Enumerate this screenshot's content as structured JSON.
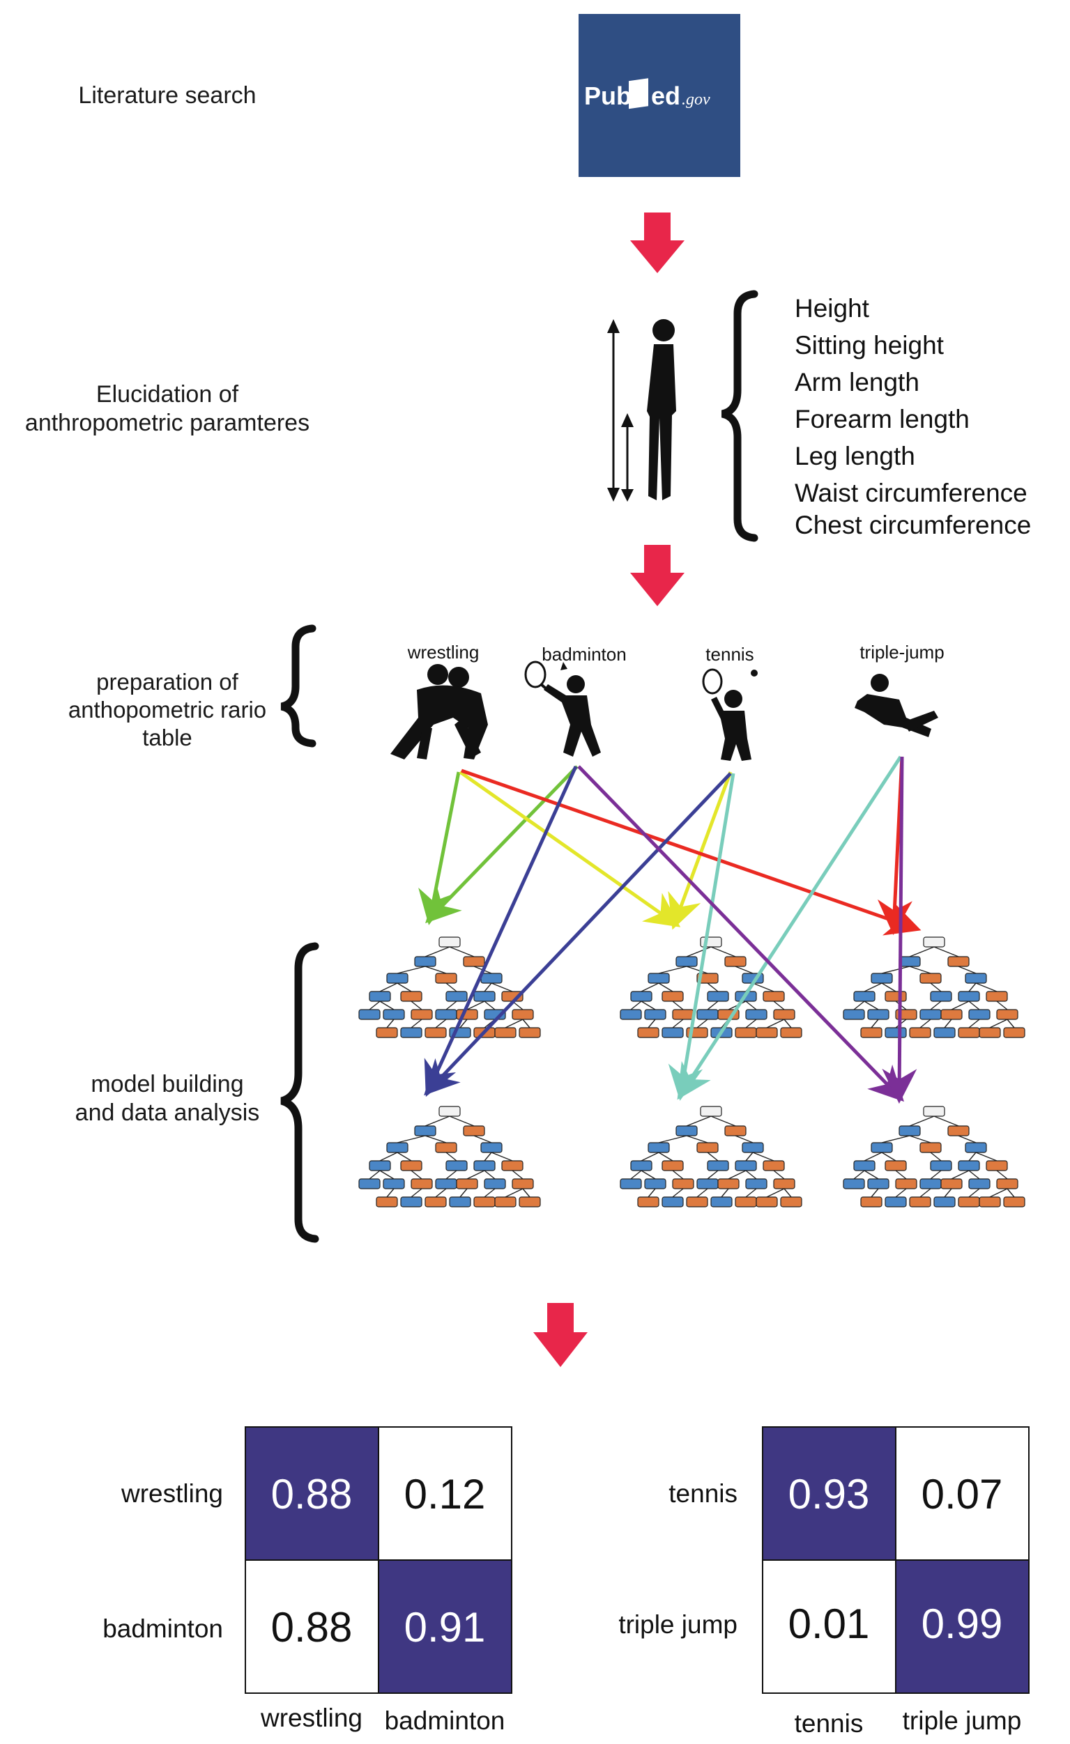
{
  "steps": {
    "literature": "Literature search",
    "elucidation": [
      "Elucidation of",
      "anthropometric paramteres"
    ],
    "preparation": [
      "preparation of",
      "anthopometric rario",
      "table"
    ],
    "modeling": [
      "model building",
      "and data analysis"
    ]
  },
  "logo": {
    "brand_left": "Pub",
    "brand_right": "ed",
    "suffix": ".gov",
    "bg": "#2f4e83"
  },
  "parameters": [
    "Height",
    "Sitting height",
    "Arm length",
    "Forearm length",
    "Leg length",
    "Waist circumference",
    "Chest circumference"
  ],
  "sports": [
    "wrestling",
    "badminton",
    "tennis",
    "triple-jump"
  ],
  "colors": {
    "step_arrow": "#e8264a",
    "green": "#71c23a",
    "yellow": "#e3e62a",
    "red": "#ea2a22",
    "navy": "#3b3f95",
    "purple": "#7b2f97",
    "teal": "#79cdbb",
    "matrix_high": "#3f3782",
    "tree_blue": "#4a86c6",
    "tree_orange": "#de7a3f"
  },
  "matrices": [
    {
      "rows": [
        "wrestling",
        "badminton"
      ],
      "cols": [
        "wrestling",
        "badminton"
      ],
      "values": [
        [
          "0.88",
          "0.12"
        ],
        [
          "0.88",
          "0.91"
        ]
      ],
      "highlight": [
        [
          true,
          false
        ],
        [
          false,
          true
        ]
      ]
    },
    {
      "rows": [
        "tennis",
        "triple jump"
      ],
      "cols": [
        "tennis",
        "triple jump"
      ],
      "values": [
        [
          "0.93",
          "0.07"
        ],
        [
          "0.01",
          "0.99"
        ]
      ],
      "highlight": [
        [
          true,
          false
        ],
        [
          false,
          true
        ]
      ]
    }
  ]
}
